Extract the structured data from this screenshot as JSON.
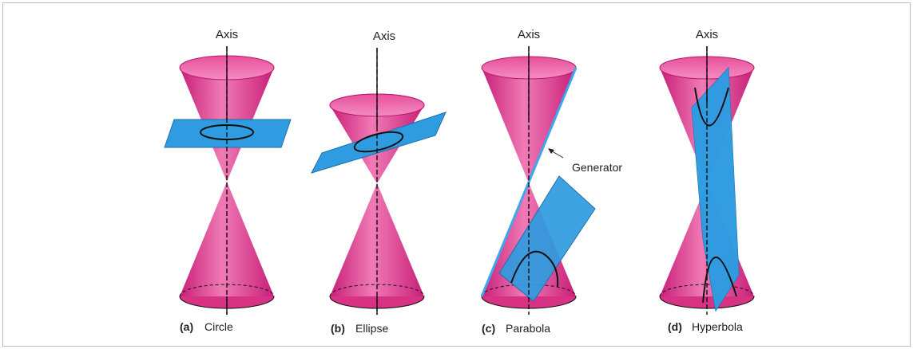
{
  "figure": {
    "axis_label": "Axis",
    "generator_label": "Generator",
    "panels": [
      {
        "letter": "(a)",
        "name": "Circle"
      },
      {
        "letter": "(b)",
        "name": "Ellipse"
      },
      {
        "letter": "(c)",
        "name": "Parabola"
      },
      {
        "letter": "(d)",
        "name": "Hyperbola"
      }
    ]
  },
  "colors": {
    "cone": "#e0358a",
    "cone_light": "#f27ab7",
    "cone_dark": "#b8176a",
    "plane": "#2f9be0",
    "plane_dark": "#1f7fc0",
    "generator_line": "#3aa7ee",
    "axis": "#111111",
    "border": "#bdbdbd"
  }
}
